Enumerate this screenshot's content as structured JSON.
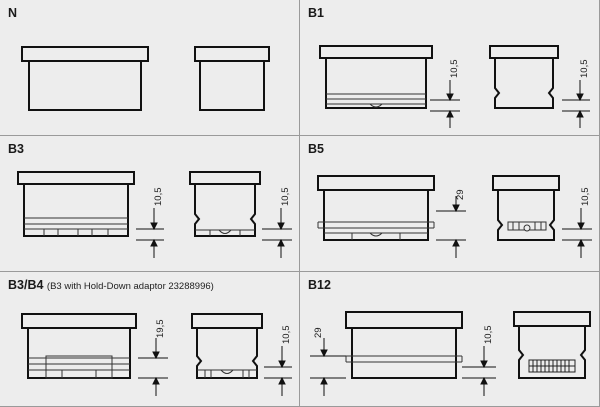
{
  "panels": {
    "n": {
      "title": "N"
    },
    "b1": {
      "title": "B1",
      "dim_front": "10,5",
      "dim_side": "10,5"
    },
    "b3": {
      "title": "B3",
      "dim_front": "10,5",
      "dim_side": "10,5"
    },
    "b5": {
      "title": "B5",
      "dim_front": "29",
      "dim_side": "10,5"
    },
    "b3b4": {
      "title": "B3/B4",
      "note": "(B3 with Hold-Down adaptor 23288996)",
      "dim_front": "19,5",
      "dim_side": "10,5"
    },
    "b12": {
      "title": "B12",
      "dim_front": "29",
      "dim_side": "10,5"
    }
  }
}
